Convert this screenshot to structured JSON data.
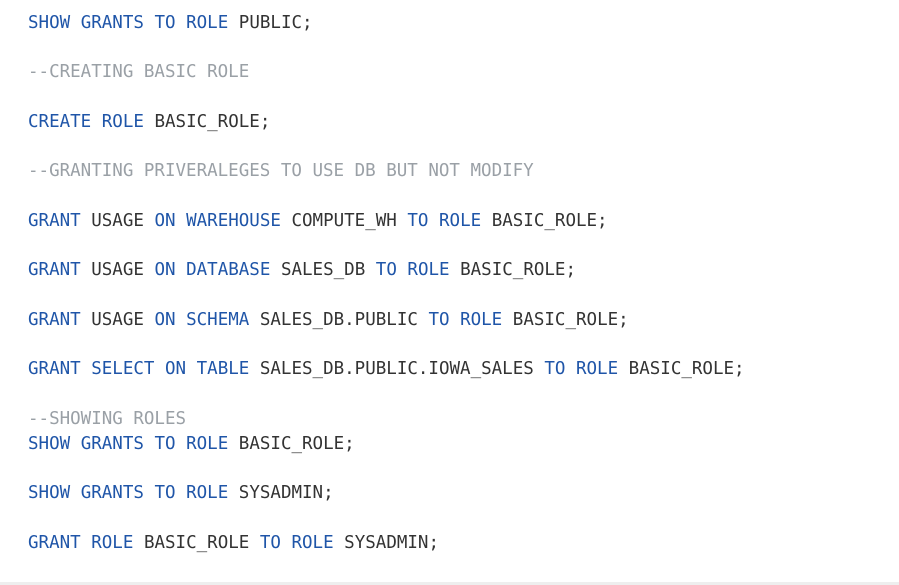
{
  "editor": {
    "colors": {
      "keyword": "#1f55a8",
      "identifier": "#333333",
      "comment": "#9aa0a6",
      "background": "#ffffff"
    },
    "lines": [
      {
        "tokens": [
          {
            "t": "kw",
            "v": "SHOW"
          },
          {
            "t": "sp",
            "v": " "
          },
          {
            "t": "kw",
            "v": "GRANTS"
          },
          {
            "t": "sp",
            "v": " "
          },
          {
            "t": "kw",
            "v": "TO"
          },
          {
            "t": "sp",
            "v": " "
          },
          {
            "t": "kw",
            "v": "ROLE"
          },
          {
            "t": "sp",
            "v": " "
          },
          {
            "t": "id",
            "v": "PUBLIC;"
          }
        ]
      },
      {
        "tokens": [
          {
            "t": "comment",
            "v": "--CREATING BASIC ROLE"
          }
        ]
      },
      {
        "tokens": [
          {
            "t": "kw",
            "v": "CREATE"
          },
          {
            "t": "sp",
            "v": " "
          },
          {
            "t": "kw",
            "v": "ROLE"
          },
          {
            "t": "sp",
            "v": " "
          },
          {
            "t": "id",
            "v": "BASIC_ROLE;"
          }
        ]
      },
      {
        "tokens": [
          {
            "t": "comment",
            "v": "--GRANTING PRIVERALEGES TO USE DB BUT NOT MODIFY"
          }
        ]
      },
      {
        "tokens": [
          {
            "t": "kw",
            "v": "GRANT"
          },
          {
            "t": "sp",
            "v": " "
          },
          {
            "t": "id",
            "v": "USAGE"
          },
          {
            "t": "sp",
            "v": " "
          },
          {
            "t": "kw",
            "v": "ON"
          },
          {
            "t": "sp",
            "v": " "
          },
          {
            "t": "kw",
            "v": "WAREHOUSE"
          },
          {
            "t": "sp",
            "v": " "
          },
          {
            "t": "id",
            "v": "COMPUTE_WH"
          },
          {
            "t": "sp",
            "v": " "
          },
          {
            "t": "kw",
            "v": "TO"
          },
          {
            "t": "sp",
            "v": " "
          },
          {
            "t": "kw",
            "v": "ROLE"
          },
          {
            "t": "sp",
            "v": " "
          },
          {
            "t": "id",
            "v": "BASIC_ROLE;"
          }
        ]
      },
      {
        "tokens": [
          {
            "t": "kw",
            "v": "GRANT"
          },
          {
            "t": "sp",
            "v": " "
          },
          {
            "t": "id",
            "v": "USAGE"
          },
          {
            "t": "sp",
            "v": " "
          },
          {
            "t": "kw",
            "v": "ON"
          },
          {
            "t": "sp",
            "v": " "
          },
          {
            "t": "kw",
            "v": "DATABASE"
          },
          {
            "t": "sp",
            "v": " "
          },
          {
            "t": "id",
            "v": "SALES_DB"
          },
          {
            "t": "sp",
            "v": " "
          },
          {
            "t": "kw",
            "v": "TO"
          },
          {
            "t": "sp",
            "v": " "
          },
          {
            "t": "kw",
            "v": "ROLE"
          },
          {
            "t": "sp",
            "v": " "
          },
          {
            "t": "id",
            "v": "BASIC_ROLE;"
          }
        ]
      },
      {
        "tokens": [
          {
            "t": "kw",
            "v": "GRANT"
          },
          {
            "t": "sp",
            "v": " "
          },
          {
            "t": "id",
            "v": "USAGE"
          },
          {
            "t": "sp",
            "v": " "
          },
          {
            "t": "kw",
            "v": "ON"
          },
          {
            "t": "sp",
            "v": " "
          },
          {
            "t": "kw",
            "v": "SCHEMA"
          },
          {
            "t": "sp",
            "v": " "
          },
          {
            "t": "id",
            "v": "SALES_DB.PUBLIC"
          },
          {
            "t": "sp",
            "v": " "
          },
          {
            "t": "kw",
            "v": "TO"
          },
          {
            "t": "sp",
            "v": " "
          },
          {
            "t": "kw",
            "v": "ROLE"
          },
          {
            "t": "sp",
            "v": " "
          },
          {
            "t": "id",
            "v": "BASIC_ROLE;"
          }
        ]
      },
      {
        "tokens": [
          {
            "t": "kw",
            "v": "GRANT"
          },
          {
            "t": "sp",
            "v": " "
          },
          {
            "t": "kw",
            "v": "SELECT"
          },
          {
            "t": "sp",
            "v": " "
          },
          {
            "t": "kw",
            "v": "ON"
          },
          {
            "t": "sp",
            "v": " "
          },
          {
            "t": "kw",
            "v": "TABLE"
          },
          {
            "t": "sp",
            "v": " "
          },
          {
            "t": "id",
            "v": "SALES_DB.PUBLIC.IOWA_SALES"
          },
          {
            "t": "sp",
            "v": " "
          },
          {
            "t": "kw",
            "v": "TO"
          },
          {
            "t": "sp",
            "v": " "
          },
          {
            "t": "kw",
            "v": "ROLE"
          },
          {
            "t": "sp",
            "v": " "
          },
          {
            "t": "id",
            "v": "BASIC_ROLE;"
          }
        ]
      },
      {
        "tokens": [
          {
            "t": "comment",
            "v": "--SHOWING ROLES"
          }
        ]
      },
      {
        "tokens": [
          {
            "t": "kw",
            "v": "SHOW"
          },
          {
            "t": "sp",
            "v": " "
          },
          {
            "t": "kw",
            "v": "GRANTS"
          },
          {
            "t": "sp",
            "v": " "
          },
          {
            "t": "kw",
            "v": "TO"
          },
          {
            "t": "sp",
            "v": " "
          },
          {
            "t": "kw",
            "v": "ROLE"
          },
          {
            "t": "sp",
            "v": " "
          },
          {
            "t": "id",
            "v": "BASIC_ROLE;"
          }
        ]
      },
      {
        "tokens": [
          {
            "t": "kw",
            "v": "SHOW"
          },
          {
            "t": "sp",
            "v": " "
          },
          {
            "t": "kw",
            "v": "GRANTS"
          },
          {
            "t": "sp",
            "v": " "
          },
          {
            "t": "kw",
            "v": "TO"
          },
          {
            "t": "sp",
            "v": " "
          },
          {
            "t": "kw",
            "v": "ROLE"
          },
          {
            "t": "sp",
            "v": " "
          },
          {
            "t": "id",
            "v": "SYSADMIN;"
          }
        ]
      },
      {
        "tokens": [
          {
            "t": "kw",
            "v": "GRANT"
          },
          {
            "t": "sp",
            "v": " "
          },
          {
            "t": "kw",
            "v": "ROLE"
          },
          {
            "t": "sp",
            "v": " "
          },
          {
            "t": "id",
            "v": "BASIC_ROLE"
          },
          {
            "t": "sp",
            "v": " "
          },
          {
            "t": "kw",
            "v": "TO"
          },
          {
            "t": "sp",
            "v": " "
          },
          {
            "t": "kw",
            "v": "ROLE"
          },
          {
            "t": "sp",
            "v": " "
          },
          {
            "t": "id",
            "v": "SYSADMIN;"
          }
        ]
      }
    ]
  }
}
